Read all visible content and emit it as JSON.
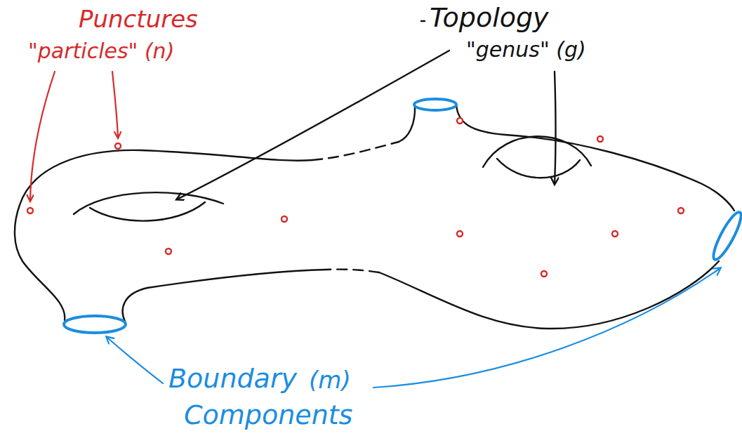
{
  "diagram": {
    "labels": [
      "Punctures",
      "\"particles\" (n)",
      "Topology",
      "\"genus\" (g)",
      "Boundary",
      "(m)",
      "Components"
    ]
  }
}
